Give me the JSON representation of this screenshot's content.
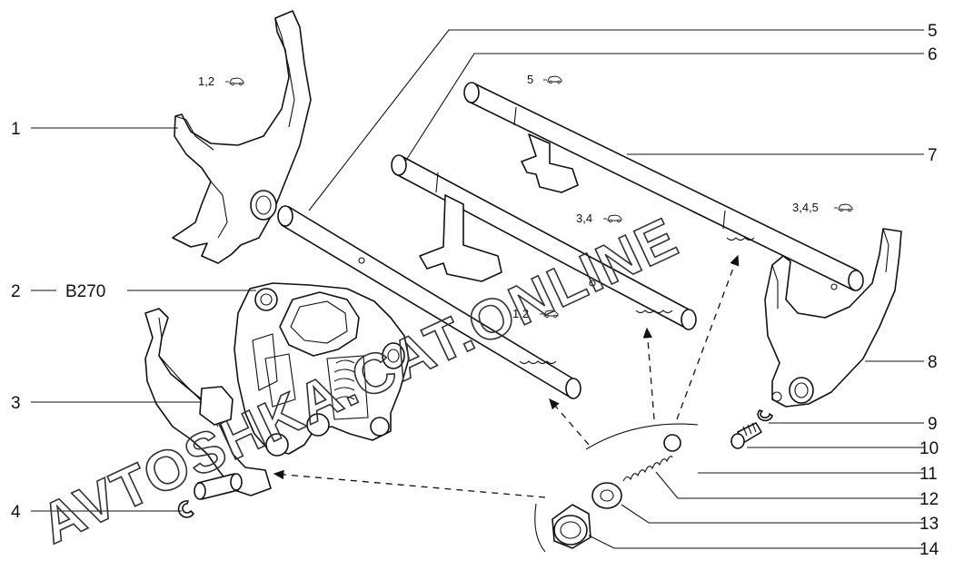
{
  "callouts": [
    "1",
    "2",
    "3",
    "4",
    "5",
    "6",
    "7",
    "8",
    "9",
    "10",
    "11",
    "12",
    "13",
    "14"
  ],
  "part_ref_2": "B270",
  "notes": {
    "fork_1": "1,2",
    "shaft_5": "5",
    "shaft_6": "3,4",
    "fork_8": "3,4,5",
    "shaft_lower": "1,2"
  },
  "icons": {
    "car": "car-icon"
  },
  "watermark": "AVTOSHKA.CAT.ONLINE"
}
